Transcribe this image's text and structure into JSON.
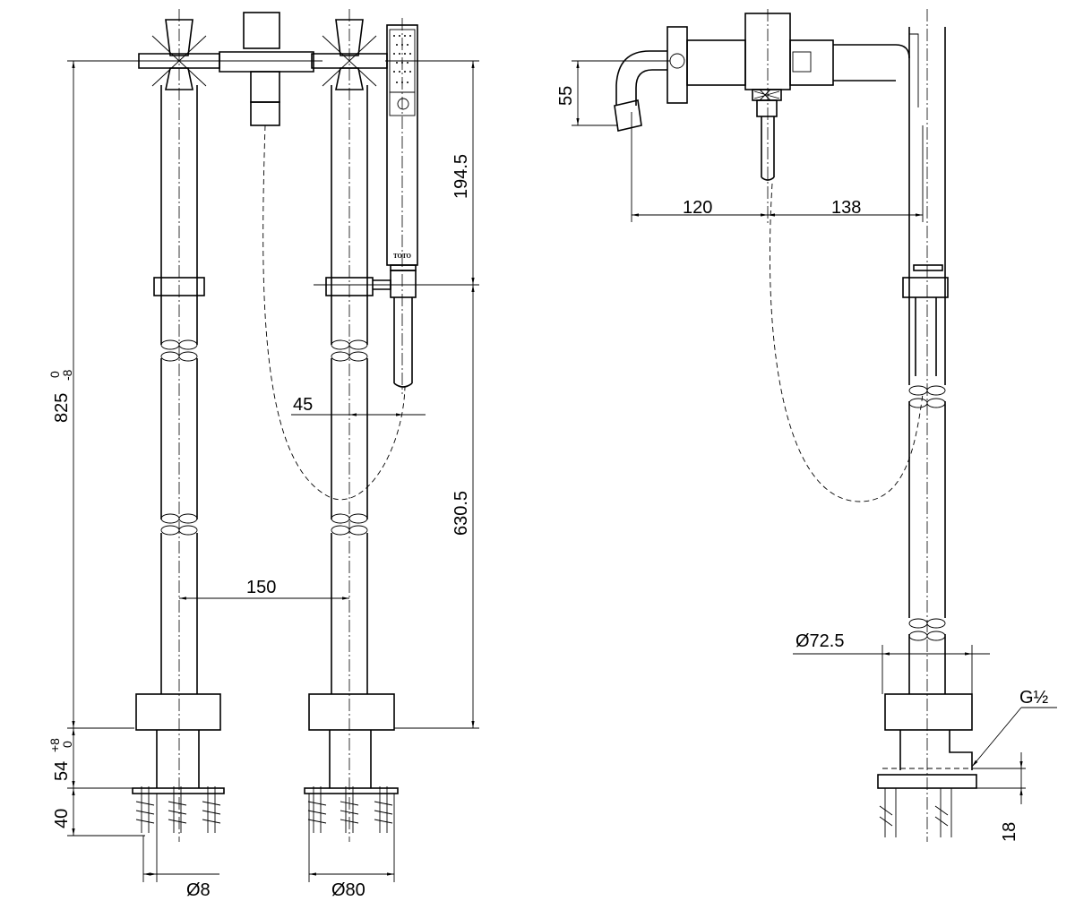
{
  "drawing": {
    "brand_mark": "TOTO",
    "dimensions": {
      "overall_height": "825",
      "overall_height_tol_upper": "0",
      "overall_height_tol_lower": "-8",
      "install_depth": "54",
      "install_depth_tol_upper": "+8",
      "install_depth_tol_lower": "0",
      "anchor_length": "40",
      "anchor_diameter": "Ø8",
      "base_diameter": "Ø80",
      "pipe_spacing": "150",
      "holder_offset": "45",
      "upper_height": "194.5",
      "lower_height": "630.5",
      "spout_height": "55",
      "spout_reach": "120",
      "shower_reach": "138",
      "flange_diameter": "Ø72.5",
      "thread": "G½",
      "plate_height": "18"
    }
  }
}
